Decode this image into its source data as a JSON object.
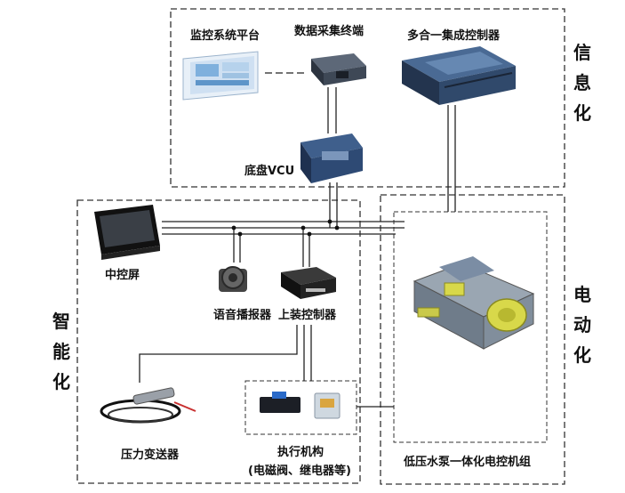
{
  "regions": {
    "info": "信息化",
    "smart": "智能化",
    "electric": "电动化"
  },
  "components": {
    "monitor_platform": "监控系统平台",
    "data_terminal": "数据采集终端",
    "integrated_controller": "多合一集成控制器",
    "chassis_vcu": "底盘VCU",
    "center_screen": "中控屏",
    "voice_broadcaster": "语音播报器",
    "upper_controller": "上装控制器",
    "pressure_transmitter": "压力变送器",
    "actuator": "执行机构",
    "actuator_note": "(电磁阀、继电器等)",
    "pump_unit": "低压水泵一体化电控机组"
  },
  "colors": {
    "line": "#222222",
    "device_blue": "#3b5a80",
    "device_dark": "#1c2634",
    "pump_yellow": "#d8d84a"
  }
}
